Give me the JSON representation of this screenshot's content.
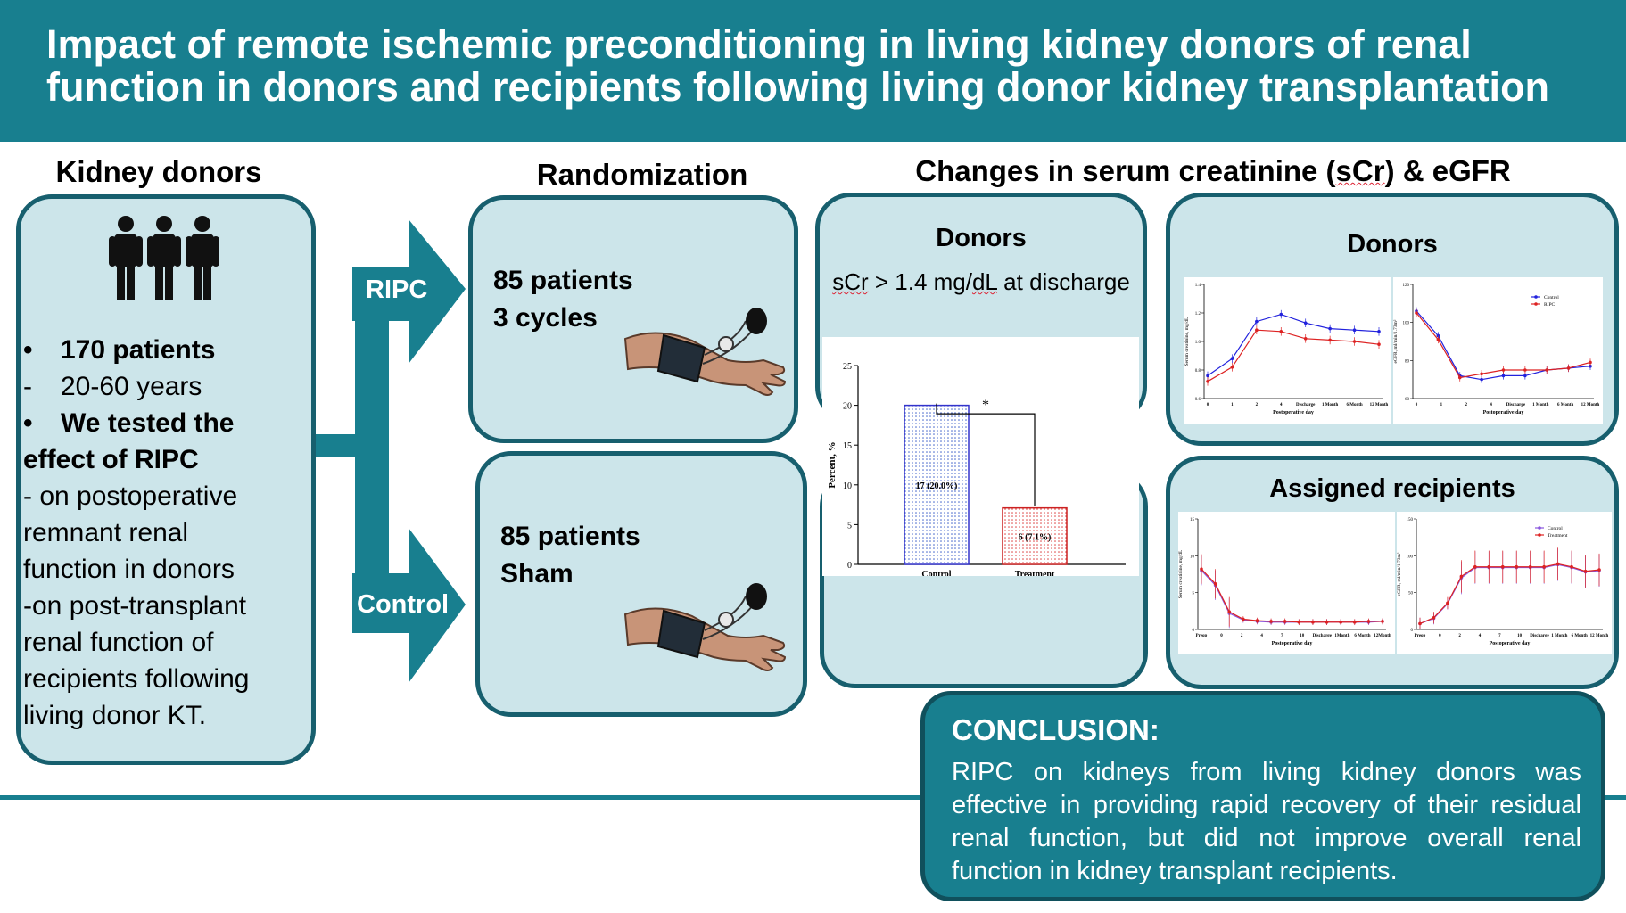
{
  "title": "Impact of remote ischemic preconditioning in living kidney donors of renal function in donors and recipients following living donor kidney transplantation",
  "headers": {
    "donors": "Kidney donors",
    "randomization": "Randomization",
    "changes": "Changes in serum creatinine (sCr) & eGFR"
  },
  "donor_box": {
    "bullet1_mark": "•",
    "bullet1": "170 patients",
    "dash1_mark": "-",
    "dash1": "20-60 years",
    "bullet2_mark": "•",
    "bullet2a": "We tested the",
    "bullet2b": "effect of RIPC",
    "lines": [
      "- on postoperative",
      "remnant renal",
      "function in donors",
      "-on post-transplant",
      "renal function of",
      "recipients following",
      "living donor KT."
    ]
  },
  "arms": {
    "ripc_label": "RIPC",
    "control_label": "Control",
    "ripc_line1": "85 patients",
    "ripc_line2": "3 cycles",
    "control_line1": "85 patients",
    "control_line2": "Sham"
  },
  "donor_scr_panel": {
    "title": "Donors",
    "subtitle_pre": "sCr",
    "subtitle_mid": " > 1.4 mg/",
    "subtitle_unit": "dL",
    "subtitle_post": " at discharge"
  },
  "donors_panel_title": "Donors",
  "recipients_panel_title": "Assigned recipients",
  "conclusion": {
    "title": "CONCLUSION:",
    "body": "RIPC on kidneys from living kidney donors was effective in providing rapid recovery of their residual renal function, but did not improve overall renal function in kidney transplant recipients."
  },
  "colors": {
    "teal": "#187f8f",
    "box_fill": "#cce5ea",
    "box_border": "#175f6e",
    "blue": "#2222dd",
    "red": "#dd2222",
    "purple": "#8855dd"
  },
  "icons": [
    "people-icon",
    "blood-pressure-cuff-icon"
  ],
  "chart_data": [
    {
      "type": "bar",
      "categories": [
        "Control",
        "Treatment"
      ],
      "values": [
        20.0,
        7.1
      ],
      "labels": [
        "17 (20.0%)",
        "6 (7.1%)"
      ],
      "ylabel": "Percent, %",
      "ylim": [
        0,
        25
      ],
      "yticks": [
        "0",
        "5",
        "10",
        "15",
        "20",
        "25"
      ],
      "significance": "*"
    },
    {
      "type": "line",
      "ylabel": "Serum creatinine, mg/dL",
      "xlabel": "Postoperative day",
      "x": [
        "0",
        "1",
        "2",
        "4",
        "Discharge",
        "1 Month",
        "6 Month",
        "12 Month"
      ],
      "ylim": [
        0.6,
        1.4
      ],
      "yticks": [
        "0.6",
        "0.8",
        "1.0",
        "1.2",
        "1.4"
      ],
      "series": [
        {
          "name": "Control",
          "values": [
            0.76,
            0.88,
            1.14,
            1.19,
            1.13,
            1.09,
            1.08,
            1.07
          ]
        },
        {
          "name": "RIPC",
          "values": [
            0.72,
            0.82,
            1.08,
            1.07,
            1.02,
            1.01,
            1.0,
            0.98
          ]
        }
      ]
    },
    {
      "type": "line",
      "ylabel": "eGFR, ml/min/1.73m²",
      "xlabel": "Postoperative day",
      "x": [
        "0",
        "1",
        "2",
        "4",
        "Discharge",
        "1 Month",
        "6 Month",
        "12 Month"
      ],
      "ylim": [
        60,
        120
      ],
      "yticks": [
        "60",
        "80",
        "100",
        "120"
      ],
      "series": [
        {
          "name": "Control",
          "values": [
            106,
            93,
            72,
            70,
            72,
            72,
            75,
            76,
            77
          ]
        },
        {
          "name": "RIPC",
          "values": [
            105,
            91,
            71,
            73,
            75,
            75,
            75,
            76,
            79
          ]
        }
      ]
    },
    {
      "type": "line",
      "ylabel": "Serum creatinine, mg/dL",
      "xlabel": "Postoperative day",
      "x": [
        "Preop",
        "0",
        "2",
        "4",
        "7",
        "10",
        "Discharge",
        "1Month",
        "6 Month",
        "12Month"
      ],
      "ylim": [
        0,
        15
      ],
      "yticks": [
        "0",
        "5",
        "10",
        "15"
      ],
      "series": [
        {
          "name": "Control",
          "values": [
            8.0,
            6.0,
            2.2,
            1.3,
            1.1,
            1.0,
            1.0,
            1.0,
            1.0,
            1.0,
            1.0,
            1.0,
            1.0,
            1.1
          ]
        },
        {
          "name": "Treatment",
          "values": [
            8.2,
            6.2,
            2.4,
            1.4,
            1.2,
            1.1,
            1.1,
            1.0,
            1.0,
            1.0,
            1.0,
            1.0,
            1.1,
            1.1
          ]
        }
      ]
    },
    {
      "type": "line",
      "ylabel": "eGFR, ml/min/1.73m²",
      "xlabel": "Postoperative day",
      "x": [
        "Preop",
        "0",
        "2",
        "4",
        "7",
        "10",
        "Discharge",
        "1 Month",
        "6 Month",
        "12 Month"
      ],
      "ylim": [
        0,
        150
      ],
      "yticks": [
        "0",
        "50",
        "100",
        "150"
      ],
      "series": [
        {
          "name": "Control",
          "values": [
            8,
            15,
            35,
            70,
            84,
            84,
            84,
            84,
            84,
            84,
            88,
            84,
            78,
            80
          ]
        },
        {
          "name": "Treatment",
          "values": [
            8,
            16,
            36,
            72,
            85,
            85,
            85,
            85,
            85,
            85,
            89,
            85,
            79,
            81
          ]
        }
      ]
    }
  ]
}
